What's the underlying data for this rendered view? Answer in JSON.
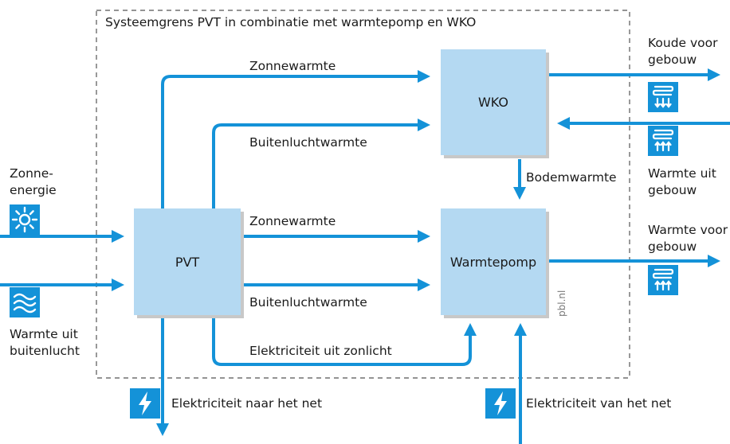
{
  "title": "Systeemgrens PVT in combinatie met warmtepomp en WKO",
  "boxes": {
    "wko": "WKO",
    "pvt": "PVT",
    "warmtepomp": "Warmtepomp"
  },
  "flows": {
    "zonnewarmte_top": "Zonnewarmte",
    "buitenluchtwarmte_top": "Buitenluchtwarmte",
    "bodemwarmte": "Bodemwarmte",
    "zonnewarmte_mid": "Zonnewarmte",
    "buitenluchtwarmte_mid": "Buitenluchtwarmte",
    "elektriciteit_zonlicht": "Elektriciteit uit zonlicht"
  },
  "inputs": {
    "zonne_energie_1": "Zonne-",
    "zonne_energie_2": "energie",
    "warmte_buitenlucht_1": "Warmte uit",
    "warmte_buitenlucht_2": "buitenlucht"
  },
  "outputs": {
    "koude_1": "Koude voor",
    "koude_2": "gebouw",
    "warmte_uit_1": "Warmte uit",
    "warmte_uit_2": "gebouw",
    "warmte_voor_1": "Warmte voor",
    "warmte_voor_2": "gebouw"
  },
  "grid": {
    "naar_net": "Elektriciteit naar het net",
    "van_net": "Elektriciteit van het net"
  },
  "credit": "pbl.nl",
  "colors": {
    "arrow": "#1492d8",
    "box": "#b4d9f2",
    "shadow": "#c8c8c8",
    "icon": "#1492d8"
  },
  "icons": [
    "sun-icon",
    "wind-icon",
    "cold-radiator-icon",
    "warm-radiator-icon",
    "lightning-icon"
  ]
}
